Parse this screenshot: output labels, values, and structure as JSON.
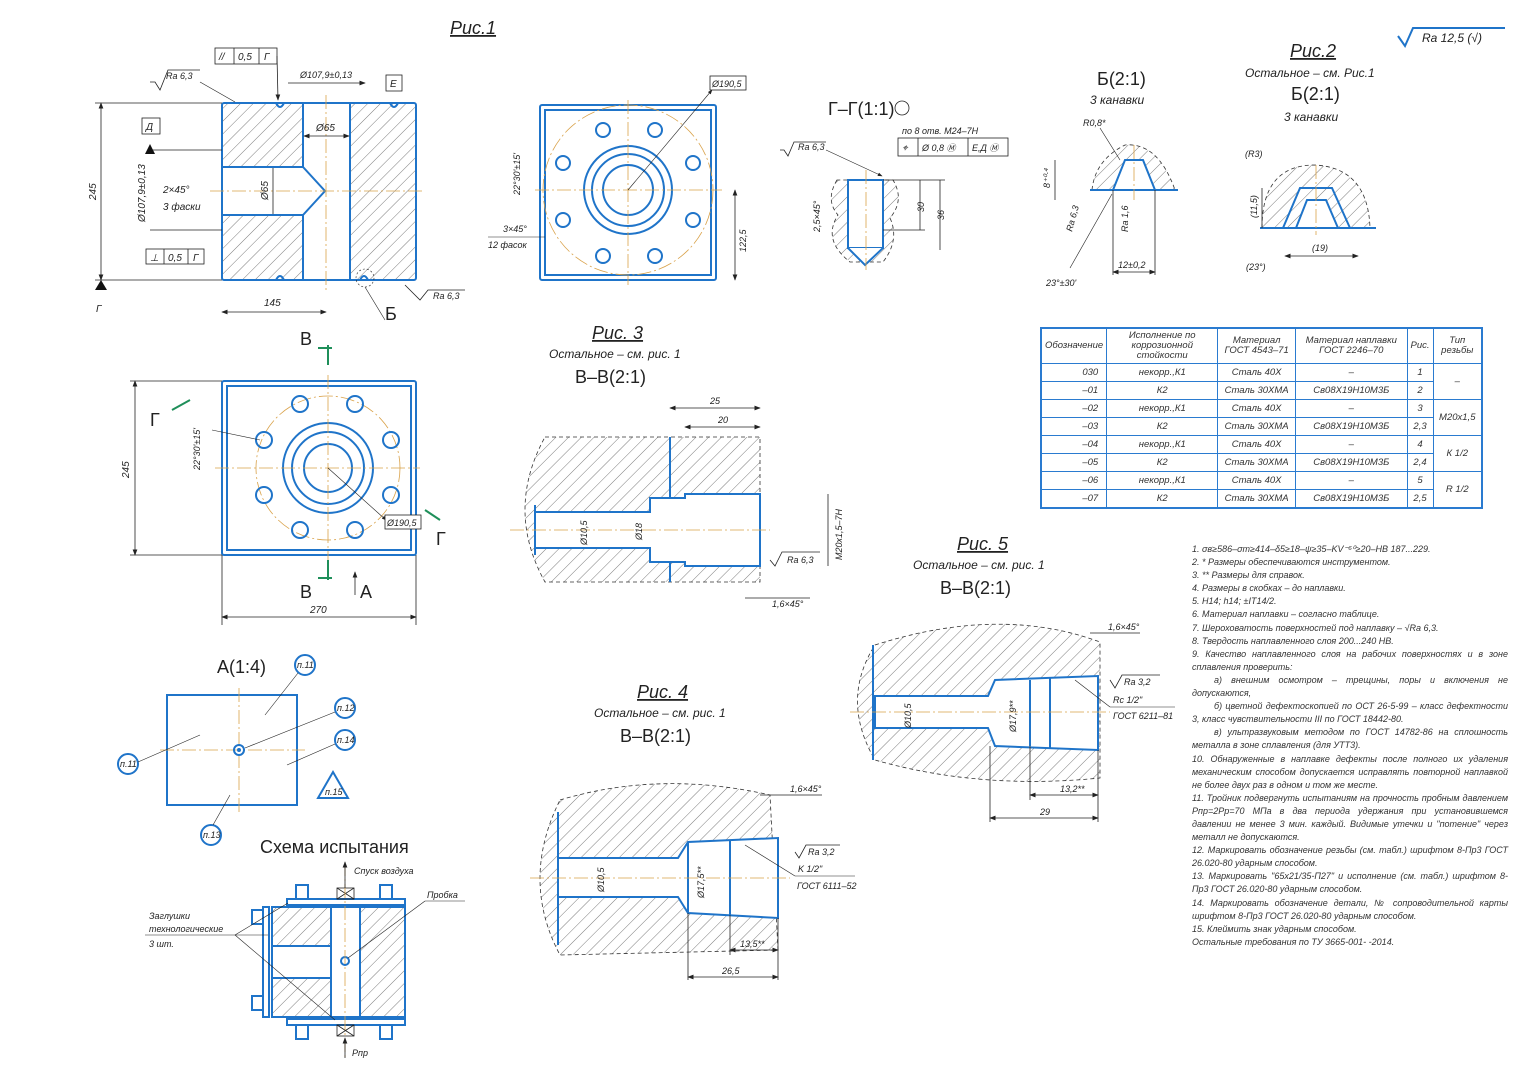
{
  "roughness_general": "Ra 12,5 (√)",
  "fig1": {
    "title": "Рис.1",
    "dim_245": "245",
    "dim_145": "145",
    "dim_d65_top": "Ø65",
    "dim_d65_side": "Ø65",
    "dim_d107": "Ø107,9±0,13",
    "dim_d107_top": "Ø107,9±0,13",
    "chamfer": "2×45°",
    "chamfer_note": "3 фаски",
    "parallel_tol": [
      "//",
      "0,5",
      "Г"
    ],
    "perp_tol": [
      "⊥",
      "0,5",
      "Г"
    ],
    "datum_e": "Е",
    "datum_d": "Д",
    "datum_g": "Г",
    "ra_top": "Ra 6,3",
    "ra_bottom": "Ra 6,3",
    "detail_b": "Б",
    "top_d190": "Ø190,5",
    "top_angle": "22°30'±15'",
    "top_chamfer": "3×45°",
    "top_chamfer_note": "12 фасок",
    "top_dim_122": "122,5"
  },
  "bottom_view": {
    "section_b_top": "В",
    "section_b_bottom": "В",
    "section_g_left": "Г",
    "section_g_right": "Г",
    "view_a": "А",
    "dim_245": "245",
    "dim_270": "270",
    "angle": "22°30'±15'",
    "d190": "Ø190,5"
  },
  "section_gg": {
    "title": "Г–Г(1:1)",
    "holes_note": "по 8 отв. М24–7Н",
    "position_tol": [
      "⌖",
      "Ø 0,8 Ⓜ",
      "Е,Д Ⓜ"
    ],
    "ra": "Ra 6,3",
    "chamfer": "2,5×45°",
    "dim_30": "30",
    "dim_36": "36"
  },
  "detail_b1": {
    "title": "Б(2:1)",
    "subtitle": "3 канавки",
    "radius": "R0,8*",
    "depth": "8⁺⁰·⁴",
    "ra1": "Ra 6,3",
    "ra2": "Ra 1,6",
    "width": "12±0,2",
    "angle": "23°±30'"
  },
  "fig2": {
    "title": "Рис.2",
    "subtitle": "Остальное – см. Рис.1",
    "view": "Б(2:1)",
    "note": "3 канавки",
    "radius": "(R3)",
    "depth": "(11,5)",
    "width": "(19)",
    "angle": "(23°)"
  },
  "table": {
    "headers": [
      "Обозначение",
      "Исполнение по коррозионной стойкости",
      "Материал ГОСТ 4543–71",
      "Материал наплавки ГОСТ 2246–70",
      "Рис.",
      "Тип резьбы"
    ],
    "rows": [
      [
        "030",
        "некорр.,К1",
        "Сталь 40Х",
        "–",
        "1"
      ],
      [
        "–01",
        "К2",
        "Сталь 30ХМА",
        "Св08Х19Н10М3Б",
        "2"
      ],
      [
        "–02",
        "некорр.,К1",
        "Сталь 40Х",
        "–",
        "3"
      ],
      [
        "–03",
        "К2",
        "Сталь 30ХМА",
        "Св08Х19Н10М3Б",
        "2,3"
      ],
      [
        "–04",
        "некорр.,К1",
        "Сталь 40Х",
        "–",
        "4"
      ],
      [
        "–05",
        "К2",
        "Сталь 30ХМА",
        "Св08Х19Н10М3Б",
        "2,4"
      ],
      [
        "–06",
        "некорр.,К1",
        "Сталь 40Х",
        "–",
        "5"
      ],
      [
        "–07",
        "К2",
        "Сталь 30ХМА",
        "Св08Х19Н10М3Б",
        "2,5"
      ]
    ],
    "thread_types": [
      "–",
      "М20х1,5",
      "К 1/2",
      "R 1/2"
    ]
  },
  "notes": [
    "1. σв≥586–σт≥414–δ5≥18–ψ≥35–KV⁻⁶⁰≥20–НВ 187...229.",
    "2. * Размеры обеспечиваются инструментом.",
    "3. ** Размеры для справок.",
    "4. Размеры в скобках – до наплавки.",
    "5. Н14; h14; ±IT14/2.",
    "6. Материал наплавки – согласно таблице.",
    "7. Шероховатость поверхностей под наплавку – √Ra 6,3.",
    "8. Твердость наплавленного слоя 200...240 НВ.",
    "9. Качество наплавленного слоя на рабочих поверхностях и в зоне сплавления проверить:",
    "а) внешним осмотром – трещины, поры и включения не допускаются,",
    "б) цветной дефектоскопией по ОСТ 26-5-99 – класс дефектности 3, класс чувствительности III по ГОСТ 18442-80.",
    "в) ультразвуковым методом по ГОСТ 14782-86 на сплошность металла в зоне сплавления (для УТТ3).",
    "10. Обнаруженные в наплавке дефекты после полного их удаления механическим способом допускается исправлять повторной наплавкой не более двух раз в одном и том же месте.",
    "11. Тройник подвергнуть испытаниям на прочность пробным давлением Pпр=2Pр=70 МПа в два периода удержания при установившемся давлении не менее 3 мин. каждый. Видимые утечки и \"потение\" через металл не допускаются.",
    "12. Маркировать обозначение резьбы (см. табл.) шрифтом 8-Пр3 ГОСТ 26.020-80 ударным способом.",
    "13. Маркировать \"65х21/35-П27\" и исполнение (см. табл.) шрифтом 8-Пр3 ГОСТ 26.020-80 ударным способом.",
    "14. Маркировать обозначение детали, № сопроводительной карты шрифтом 8-Пр3 ГОСТ 26.020-80 ударным способом.",
    "15. Клеймить знак        ударным способом.",
    "Остальные требования по ТУ 3665-001-              -2014."
  ],
  "fig3": {
    "title": "Рис. 3",
    "subtitle": "Остальное – см. рис. 1",
    "view": "В–В(2:1)",
    "dim_25": "25",
    "dim_20": "20",
    "d10": "Ø10,5",
    "d18": "Ø18",
    "thread": "M20x1,5–7H",
    "ra": "Ra 6,3",
    "chamfer": "1,6×45°"
  },
  "fig4": {
    "title": "Рис. 4",
    "subtitle": "Остальное – см. рис. 1",
    "view": "В–В(2:1)",
    "chamfer": "1,6×45°",
    "ra": "Ra 3,2",
    "thread": "K 1/2\"",
    "standard": "ГОСТ 6111–52",
    "d10": "Ø10,5",
    "d17": "Ø17,5**",
    "dim_13": "13,5**",
    "dim_26": "26,5"
  },
  "fig5": {
    "title": "Рис. 5",
    "subtitle": "Остальное – см. рис. 1",
    "view": "В–В(2:1)",
    "chamfer": "1,6×45°",
    "ra": "Ra 3,2",
    "thread": "Rc 1/2\"",
    "standard": "ГОСТ 6211–81",
    "d10": "Ø10,5",
    "d17": "Ø17,9**",
    "dim_13": "13,2**",
    "dim_29": "29"
  },
  "view_a": {
    "title": "А(1:4)",
    "callouts": [
      "п.11",
      "п.12",
      "п.14",
      "п.15",
      "п.11",
      "п.13"
    ]
  },
  "test_scheme": {
    "title": "Схема испытания",
    "air_release": "Спуск воздуха",
    "plug": "Пробка",
    "caps_line1": "Заглушки",
    "caps_line2": "технологические",
    "caps_line3": "3 шт.",
    "pressure": "Pпр"
  }
}
